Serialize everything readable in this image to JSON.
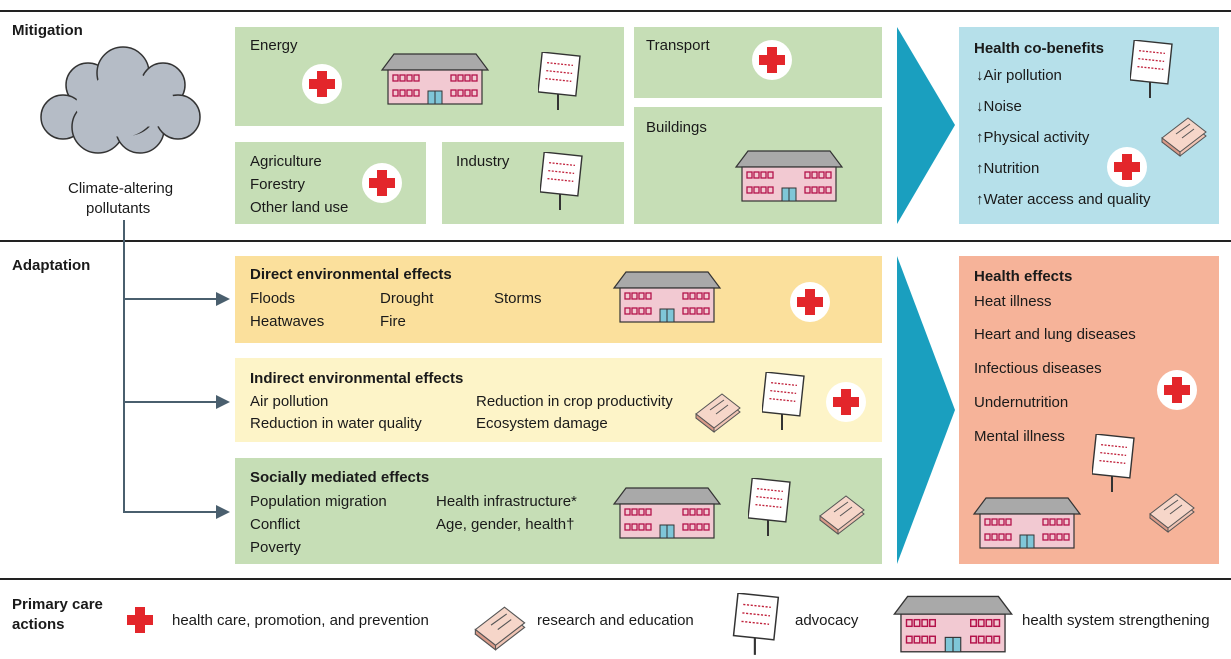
{
  "sections": {
    "mitigation": "Mitigation",
    "adaptation": "Adaptation",
    "primary_care_line1": "Primary care",
    "primary_care_line2": "actions"
  },
  "cloud": {
    "label_line1": "Climate-altering",
    "label_line2": "pollutants"
  },
  "mitigation": {
    "energy": "Energy",
    "transport": "Transport",
    "buildings": "Buildings",
    "agriculture": [
      "Agriculture",
      "Forestry",
      "Other land use"
    ],
    "industry": "Industry"
  },
  "co_benefits": {
    "title": "Health co-benefits",
    "items": [
      "↓Air pollution",
      "↓Noise",
      "↑Physical activity",
      "↑Nutrition",
      "↑Water access and quality"
    ]
  },
  "adaptation": {
    "direct": {
      "title": "Direct environmental effects",
      "items": [
        "Floods",
        "Drought",
        "Storms",
        "Heatwaves",
        "Fire"
      ]
    },
    "indirect": {
      "title": "Indirect environmental effects",
      "items": [
        "Air pollution",
        "Reduction in crop productivity",
        "Reduction in water quality",
        "Ecosystem damage"
      ]
    },
    "social": {
      "title": "Socially mediated effects",
      "items": [
        "Population migration",
        "Health infrastructure*",
        "Conflict",
        "Age, gender, health†",
        "Poverty"
      ]
    }
  },
  "health_effects": {
    "title": "Health effects",
    "items": [
      "Heat illness",
      "Heart and lung diseases",
      "Infectious diseases",
      "Undernutrition",
      "Mental illness"
    ]
  },
  "icons": {
    "hospital_label": "Hospital",
    "sign_text": "\"Iiiiiii iii ii iiiiii iiiii iiiiii iiiiii!\""
  },
  "legend": {
    "care": "health care, promotion, and prevention",
    "research": "research and education",
    "advocacy": "advocacy",
    "system": "health system strengthening"
  },
  "colors": {
    "green": "#c6deb6",
    "yellow": "#fbe09c",
    "light_yellow": "#fdf4c8",
    "blue": "#b6e0ea",
    "salmon": "#f6b399",
    "teal_arrow": "#1a9fbf",
    "red_cross": "#e3262b",
    "hospital_pink": "#f2c9d2"
  }
}
